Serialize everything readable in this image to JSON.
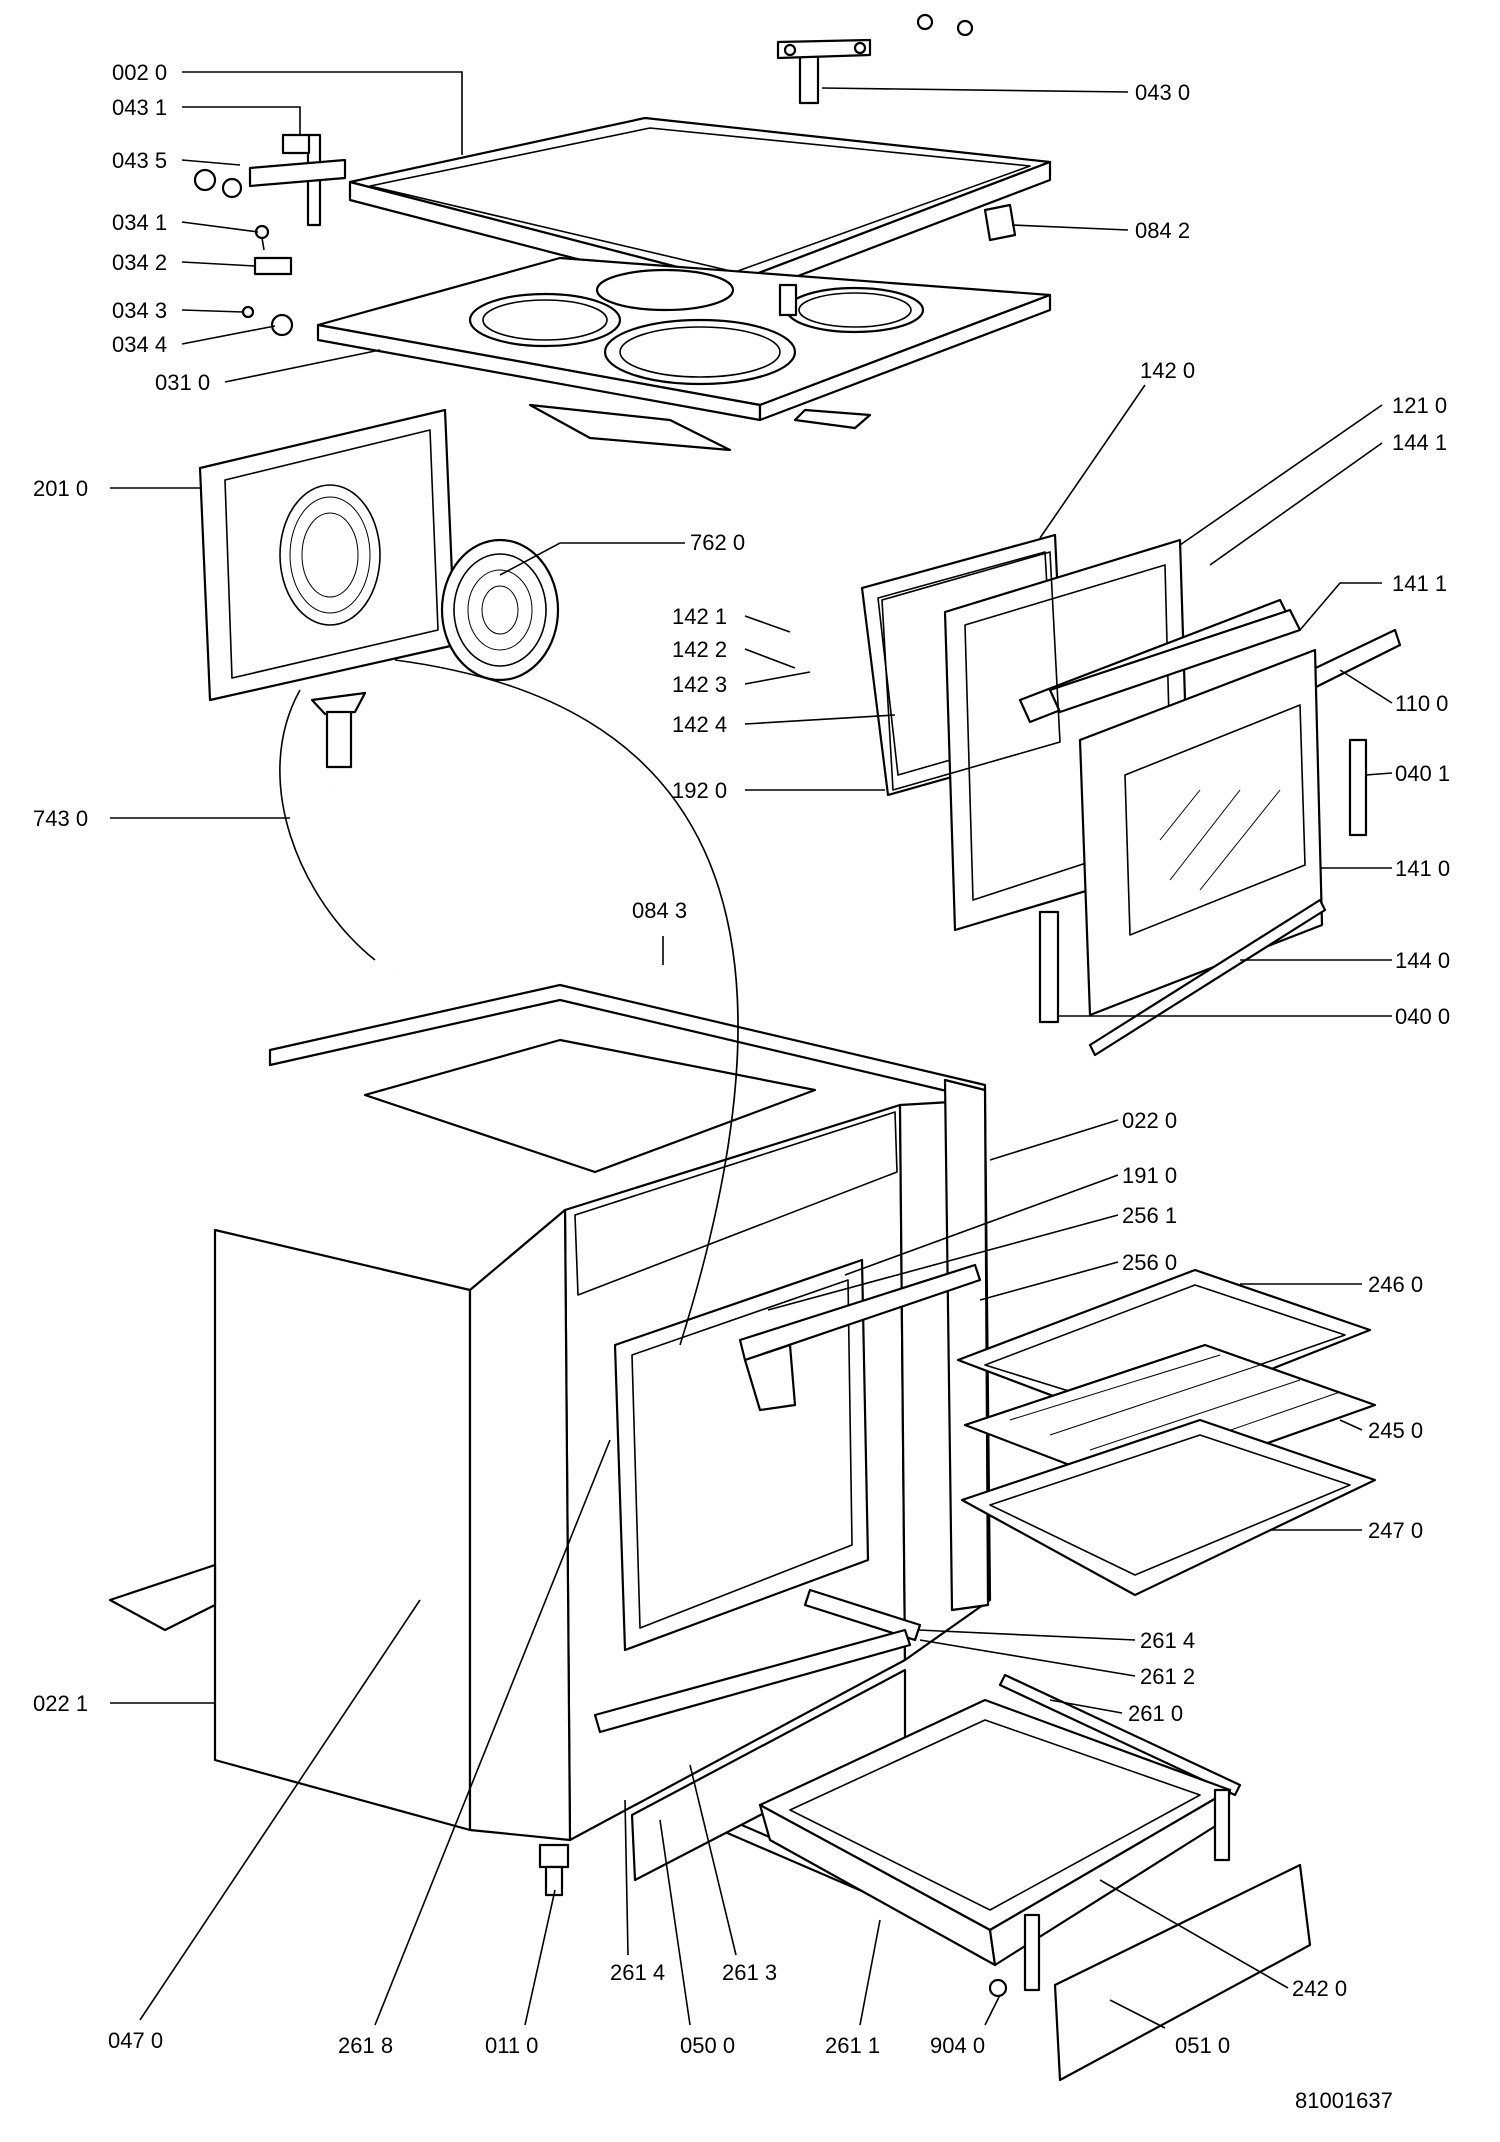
{
  "drawing_number": "81001637",
  "labels": {
    "l0020": "002 0",
    "l0431": "043 1",
    "l0435": "043 5",
    "l0341": "034 1",
    "l0342": "034 2",
    "l0343": "034 3",
    "l0344": "034 4",
    "l0310": "031 0",
    "l0430": "043 0",
    "l0842": "084 2",
    "l1420": "142 0",
    "l1210": "121 0",
    "l1441": "144 1",
    "l2010": "201 0",
    "l7620": "762 0",
    "l1411": "141 1",
    "l1421": "142 1",
    "l1422": "142 2",
    "l1423": "142 3",
    "l1424": "142 4",
    "l1100": "110 0",
    "l0401": "040 1",
    "l1920": "192 0",
    "l7430": "743 0",
    "l0843": "084 3",
    "l1410": "141 0",
    "l1440": "144 0",
    "l0400": "040 0",
    "l0220": "022 0",
    "l1910": "191 0",
    "l2561": "256 1",
    "l2560": "256 0",
    "l2460": "246 0",
    "l2450": "245 0",
    "l2470": "247 0",
    "l2614": "261 4",
    "l2612": "261 2",
    "l0221": "022 1",
    "l2610": "261 0",
    "l2614b": "261 4",
    "l2613": "261 3",
    "l2420": "242 0",
    "l0470": "047 0",
    "l2618": "261 8",
    "l0110": "011 0",
    "l0500": "050 0",
    "l2611": "261 1",
    "l9040": "904 0",
    "l0510": "051 0"
  }
}
